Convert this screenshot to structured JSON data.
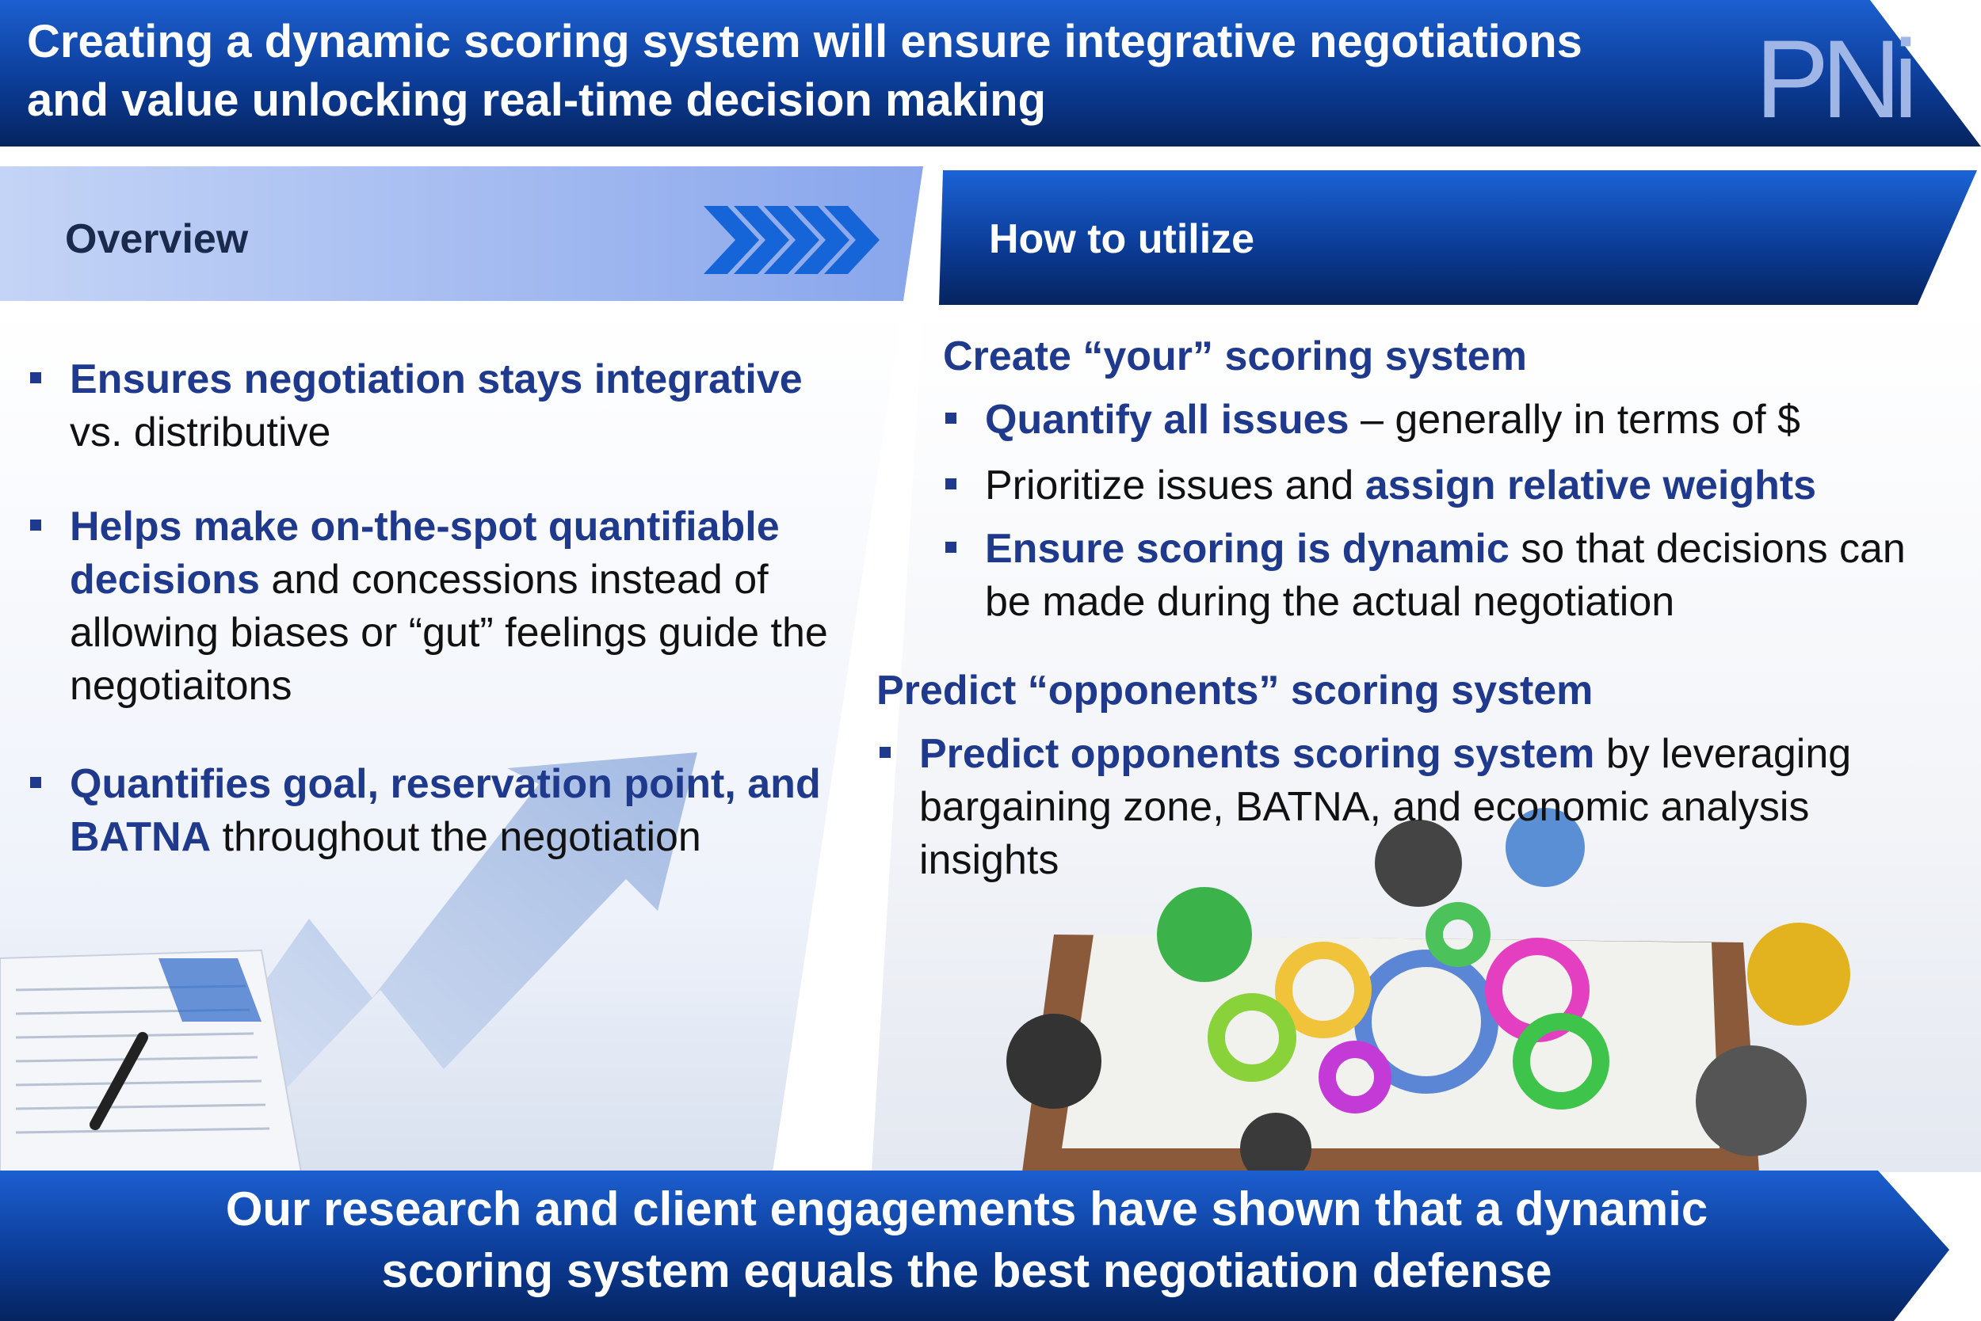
{
  "header": {
    "title_line1": "Creating a dynamic scoring system will ensure integrative negotiations",
    "title_line2": "and value unlocking real-time decision making",
    "logo_text": "PNi"
  },
  "overview": {
    "title": "Overview",
    "bullets": [
      {
        "bold": "Ensures negotiation stays integrative",
        "rest": " vs. distributive"
      },
      {
        "bold": "Helps make on-the-spot quantifiable decisions",
        "rest": " and concessions instead of allowing biases or “gut” feelings guide the negotiaitons"
      },
      {
        "bold": "Quantifies goal, reservation point, and BATNA",
        "rest": " throughout the negotiation"
      }
    ]
  },
  "utilize": {
    "title": "How to utilize",
    "group1_title": "Create “your” scoring system",
    "group1_bullets": [
      {
        "pre": "",
        "bold": "Quantify all issues",
        "rest": " – generally in terms of $"
      },
      {
        "pre": "Prioritize issues and ",
        "bold": "assign relative weights",
        "rest": ""
      },
      {
        "pre": "",
        "bold": "Ensure scoring is dynamic",
        "rest": " so that decisions can be made during the actual negotiation"
      }
    ],
    "group2_title": "Predict “opponents” scoring system",
    "group2_bullets": [
      {
        "pre": "",
        "bold": "Predict opponents scoring system",
        "rest": " by leveraging bargaining zone, BATNA, and economic analysis insights"
      }
    ]
  },
  "footer": {
    "line1": "Our research and client engagements have shown that a dynamic",
    "line2": "scoring system equals the best negotiation defense"
  },
  "colors": {
    "primary": "#1f3a8c",
    "header_blue": "#0d47b3",
    "light_panel": "#9db5f0"
  }
}
